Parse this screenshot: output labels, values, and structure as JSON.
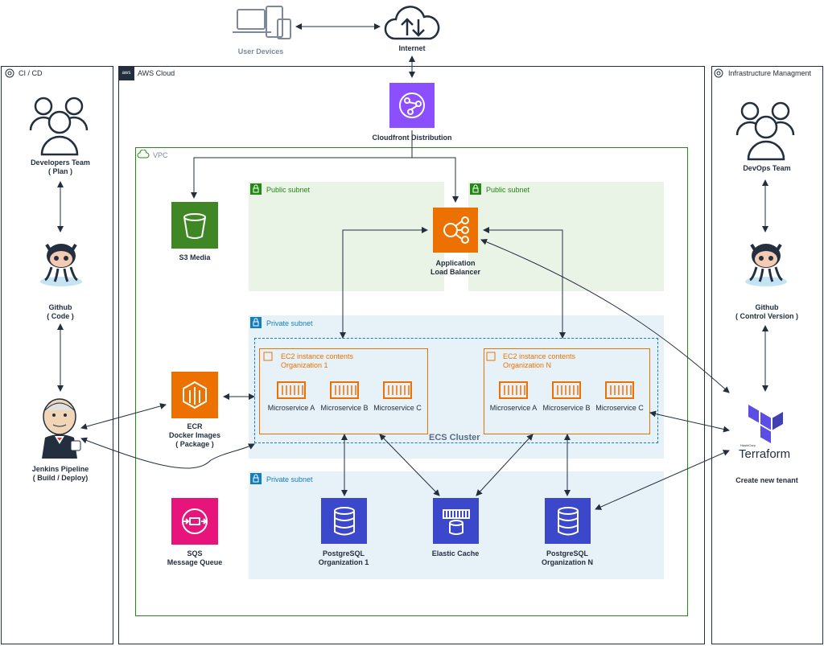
{
  "top": {
    "user_devices": "User Devices",
    "internet": "Internet"
  },
  "cicd": {
    "title": "CI / CD",
    "developers": "Developers Team",
    "developers_sub": "( Plan )",
    "github": "Github",
    "github_sub": "( Code )",
    "jenkins": "Jenkins Pipeline",
    "jenkins_sub": "( Build / Deploy)"
  },
  "aws": {
    "title": "AWS Cloud",
    "cloudfront": "Cloudfront Distribution",
    "vpc": "VPC",
    "s3": "S3 Media",
    "public_subnet_1": "Public subnet",
    "public_subnet_2": "Public subnet",
    "alb_1": "Application",
    "alb_2": "Load Balancer",
    "private_subnet_1": "Private subnet",
    "private_subnet_2": "Private subnet",
    "ecr_1": "ECR",
    "ecr_2": "Docker Images",
    "ecr_3": "( Package )",
    "ec2_1_title": "EC2 instance contents",
    "ec2_1_org": "Organization 1",
    "ec2_n_title": "EC2 instance contents",
    "ec2_n_org": "Organization N",
    "ecs_cluster": "ECS Cluster",
    "microservices_1": [
      "Microservice A",
      "Microservice B",
      "Microservice C"
    ],
    "microservices_n": [
      "Microservice A",
      "Microservice B",
      "Microservice C"
    ],
    "sqs_1": "SQS",
    "sqs_2": "Message Queue",
    "pg1_1": "PostgreSQL",
    "pg1_2": "Organization 1",
    "cache": "Elastic Cache",
    "pgn_1": "PostgreSQL",
    "pgn_2": "Organization N"
  },
  "infra": {
    "title": "Infrastructure Managment",
    "devops": "DevOps Team",
    "github": "Github",
    "github_sub": "( Control Version )",
    "terraform_small": "HashiCorp",
    "terraform": "Terraform",
    "terraform_action": "Create new tenant"
  },
  "colors": {
    "storage_green": "#3f8624",
    "compute_orange": "#ed7100",
    "database_blue": "#3b48cc",
    "network_purple": "#8c4fff",
    "integration_pink": "#e7157b",
    "database_red": "#c925d1",
    "vpc_green": "#248814",
    "private_blue": "#147eba",
    "public_fill": "#e9f3e6",
    "private_fill": "#e6f2f8",
    "terraform_purple": "#5c4ee5"
  }
}
